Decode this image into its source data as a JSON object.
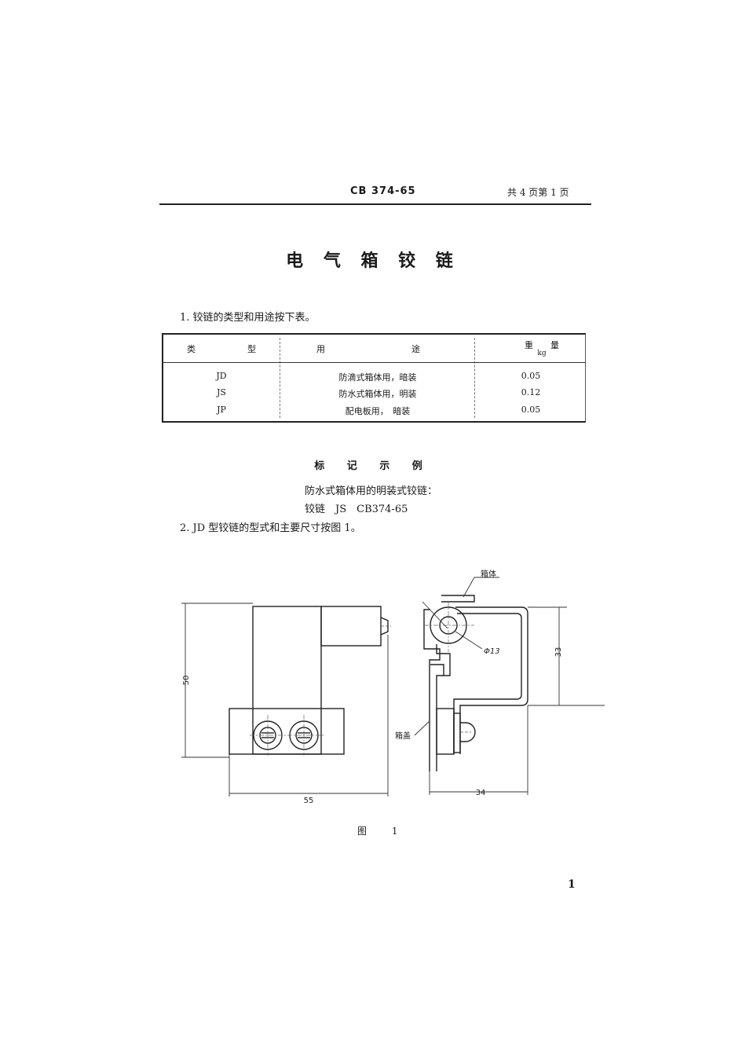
{
  "header": {
    "code": "CB 374-65",
    "page_info": "共 4 页第 1 页"
  },
  "title": "电 气 箱 铰 链",
  "paragraph1": "1. 铰链的类型和用途按下表。",
  "table": {
    "headers": {
      "type": "类　　　　　　型",
      "use": "用　　　　　　　　　　途",
      "weight": "重　　量",
      "weight_unit": "kg"
    },
    "rows": [
      {
        "type": "JD",
        "use": "防滴式箱体用，暗装",
        "weight": "0.05"
      },
      {
        "type": "JS",
        "use": "防水式箱体用，明装",
        "weight": "0.12"
      },
      {
        "type": "JP",
        "use": "配电板用，　暗装",
        "weight": "0.05"
      }
    ]
  },
  "marking": {
    "title": "标 记 示 例",
    "line1": "防水式箱体用的明装式铰链：",
    "line2": "铰链　JS　CB374-65"
  },
  "paragraph2": "2. JD 型铰链的型式和主要尺寸按图 1。",
  "figure": {
    "dims": {
      "height": "50",
      "width": "55",
      "side_height": "33",
      "side_width": "34",
      "diameter": "Φ13"
    },
    "labels": {
      "box_body": "箱体",
      "box_cover": "箱盖"
    },
    "caption": "图 1"
  },
  "page_number": "1"
}
